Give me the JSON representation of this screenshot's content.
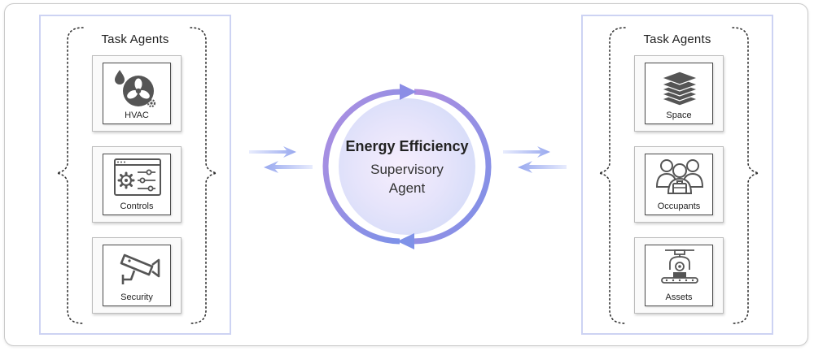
{
  "left_panel": {
    "title": "Task Agents",
    "cards": [
      {
        "label": "HVAC",
        "icon": "hvac-fan-icon"
      },
      {
        "label": "Controls",
        "icon": "controls-sliders-icon"
      },
      {
        "label": "Security",
        "icon": "security-camera-icon"
      }
    ]
  },
  "right_panel": {
    "title": "Task Agents",
    "cards": [
      {
        "label": "Space",
        "icon": "layers-stack-icon"
      },
      {
        "label": "Occupants",
        "icon": "people-group-icon"
      },
      {
        "label": "Assets",
        "icon": "robot-arm-conveyor-icon"
      }
    ]
  },
  "center": {
    "line1": "Energy Efficiency",
    "line2": "Supervisory",
    "line3": "Agent"
  },
  "colors": {
    "panel_border": "#cdd3f3",
    "ring_gradient_start": "#a78bde",
    "ring_gradient_end": "#7b8ee8",
    "arrow": "#a9b6f2"
  }
}
